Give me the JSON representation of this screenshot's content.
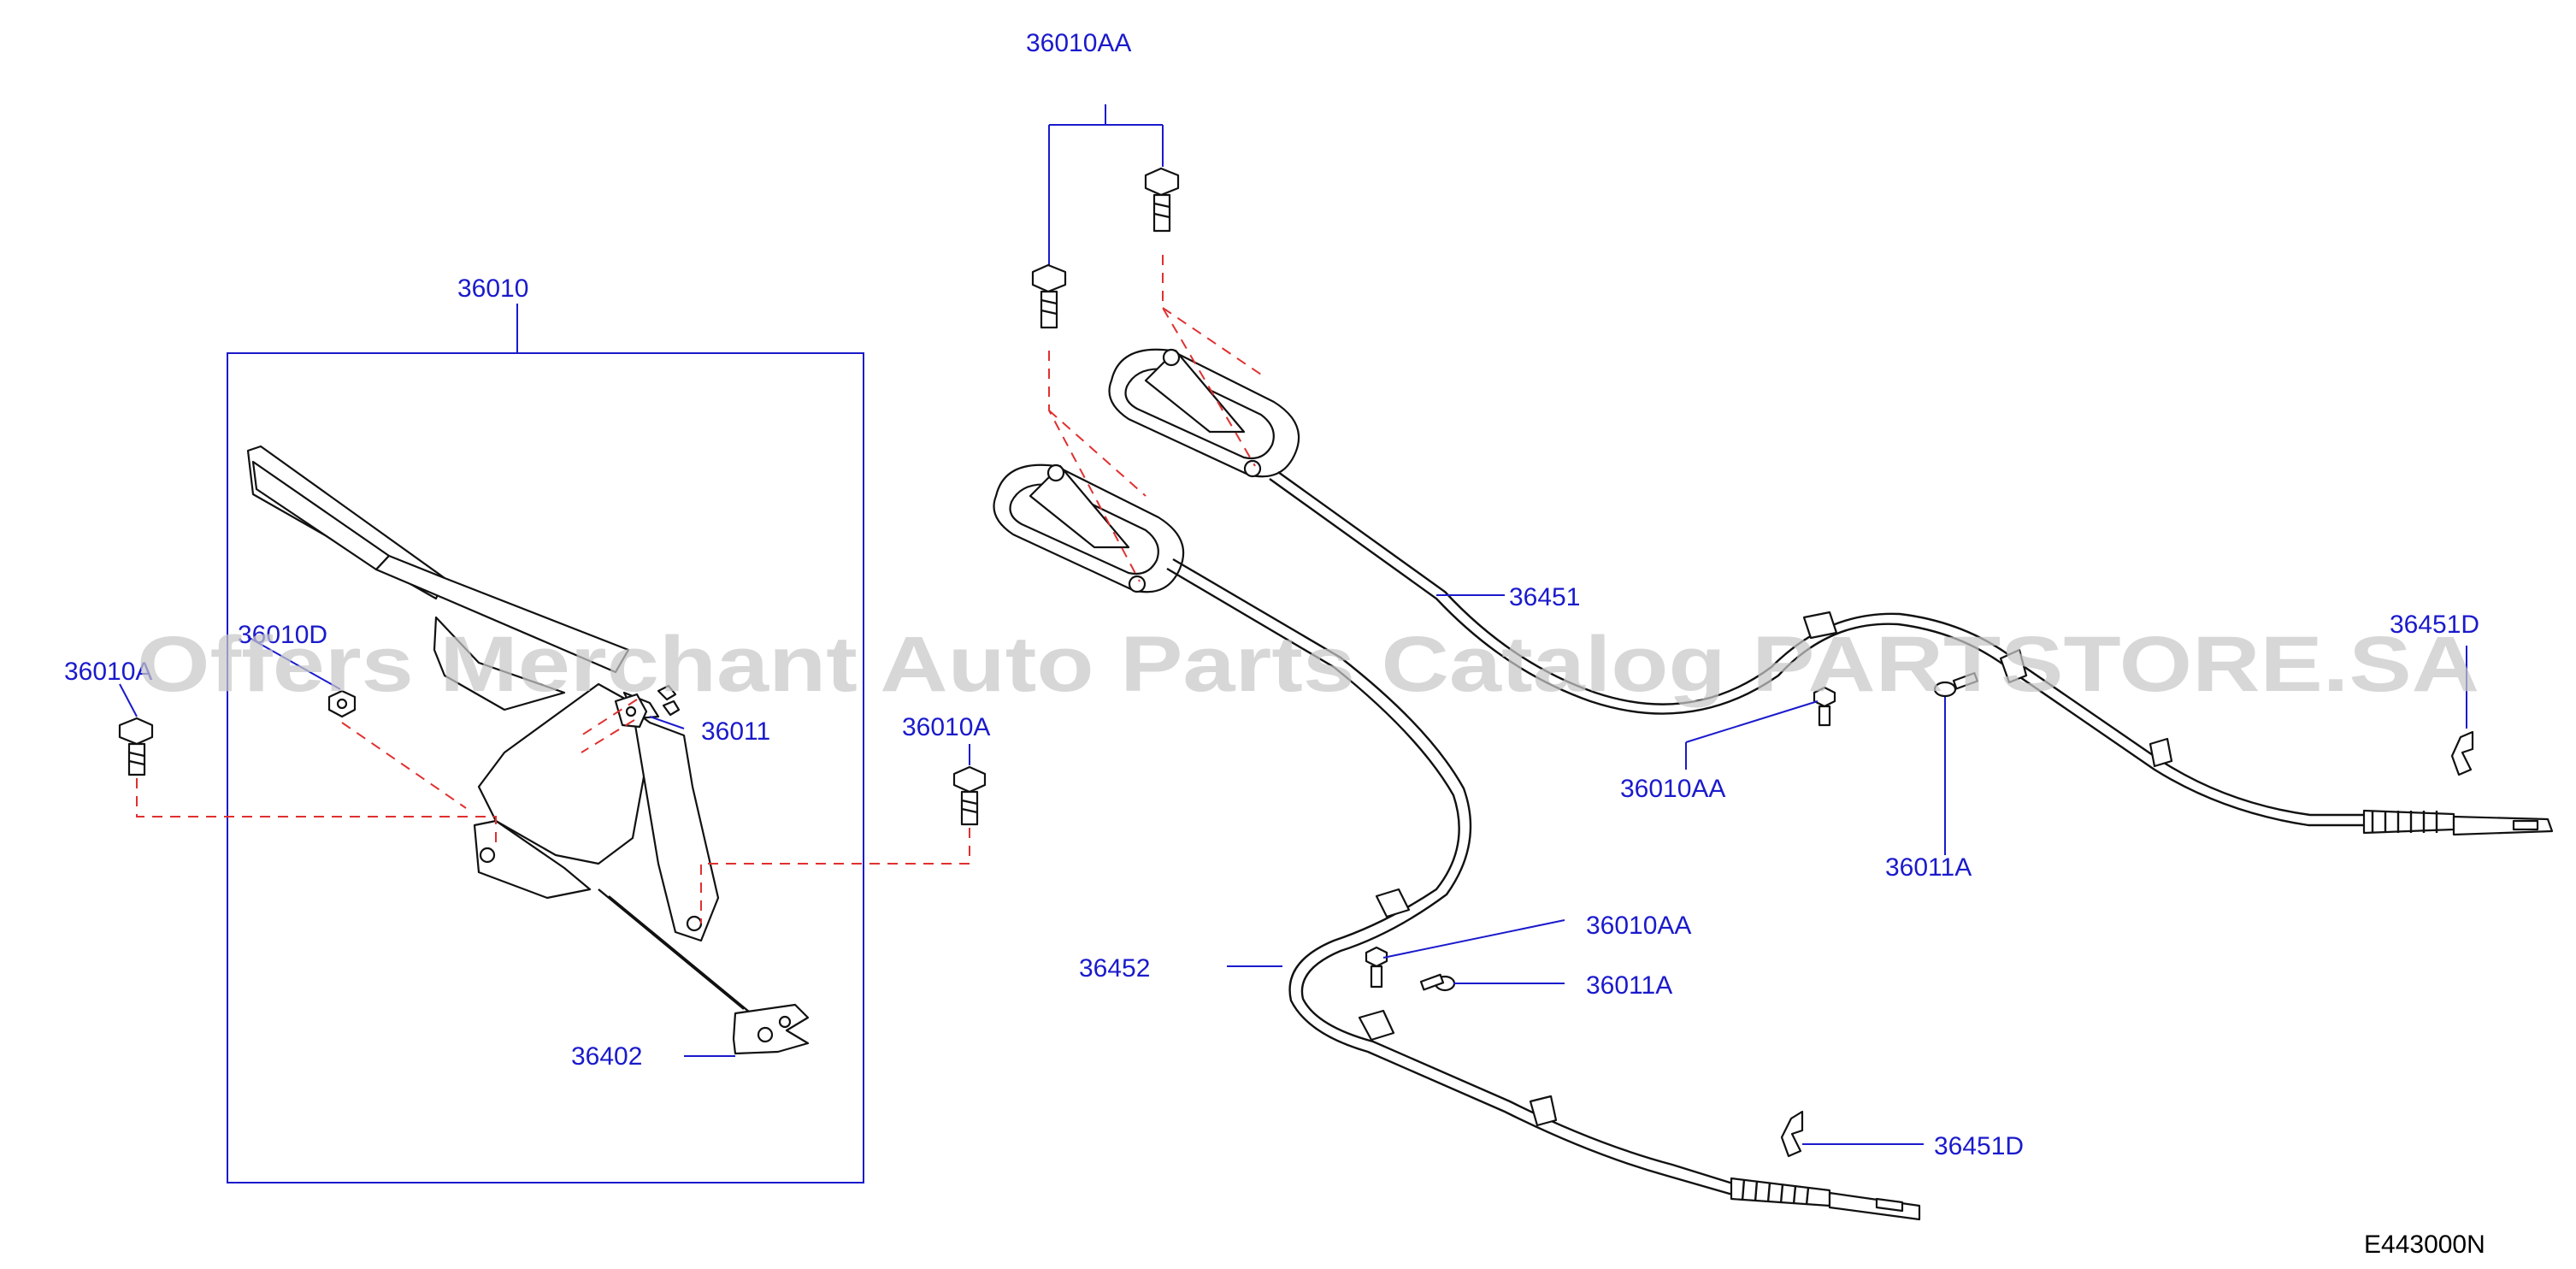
{
  "callouts": {
    "lever_assembly": "36010",
    "top_bolts": "36010AA",
    "left_bolt": "36010A",
    "nut": "36010D",
    "bracket": "36011",
    "right_bolt": "36010A",
    "front_cable": "36402",
    "cable_right": "36451",
    "clip_bolt_upper": "36010AA",
    "clip_screw_upper": "36011A",
    "end_clip_upper": "36451D",
    "cable_left": "36452",
    "clip_bolt_lower": "36010AA",
    "clip_screw_lower": "36011A",
    "end_clip_lower": "36451D"
  },
  "diagram_code": "E443000N",
  "watermark": "Offers Merchant Auto Parts Catalog PARTSTORE.SA"
}
